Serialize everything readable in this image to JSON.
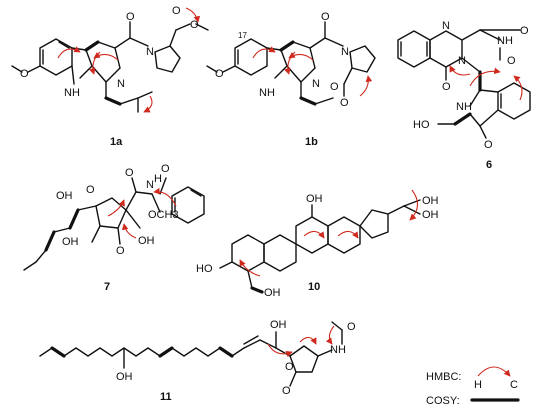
{
  "compounds": [
    {
      "id": "1a",
      "labels": {
        "nh": "NH",
        "n": "N",
        "o": "O"
      }
    },
    {
      "id": "1b",
      "labels": {
        "nh": "NH",
        "n": "N",
        "o": "O",
        "num": "17"
      }
    },
    {
      "id": "6",
      "labels": {
        "nh": "NH",
        "n": "N",
        "o": "O",
        "oh": "HO"
      }
    },
    {
      "id": "7",
      "labels": {
        "oh": "OH",
        "och3": "OCH3",
        "n": "N",
        "o": "O",
        "h": "H"
      }
    },
    {
      "id": "10",
      "labels": {
        "oh": "OH",
        "ho": "HO"
      }
    },
    {
      "id": "11",
      "labels": {
        "oh": "OH",
        "nh": "NH",
        "o": "O"
      }
    }
  ],
  "legend": {
    "hmbc_label": "HMBC:",
    "hmbc_h": "H",
    "hmbc_c": "C",
    "cosy_label": "COSY:"
  },
  "colors": {
    "hmbc": "#d02a1f",
    "bond": "#111111"
  }
}
